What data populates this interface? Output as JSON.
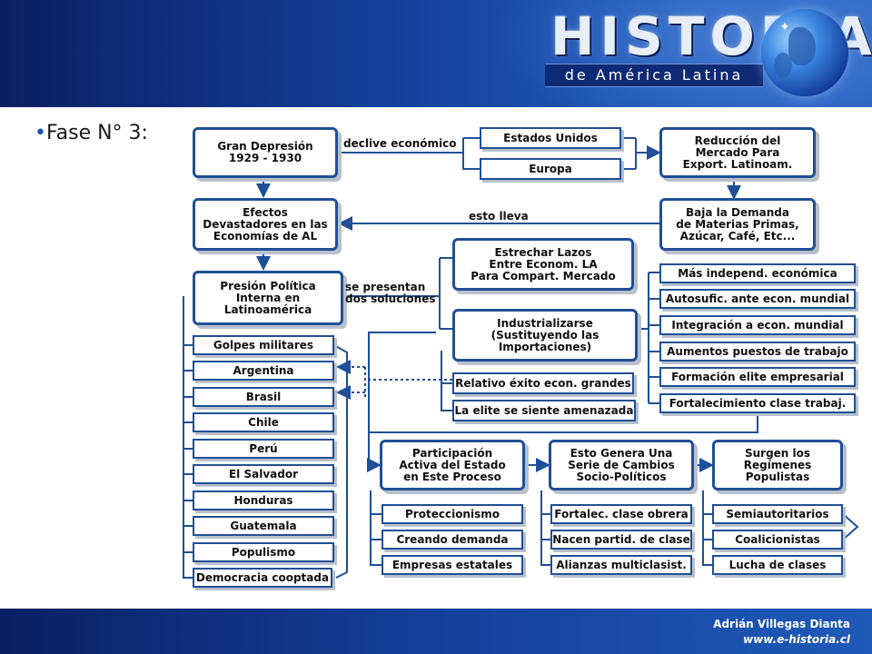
{
  "header": {
    "logo_title": "HISTORIA",
    "logo_subtitle": "de América Latina"
  },
  "phase_title": "Fase N° 3:",
  "footer": {
    "author": "Adrián Villegas Dianta",
    "url": "www.e-historia.cl"
  },
  "diagram": {
    "main": {
      "gran_depresion": "Gran Depresión\n1929 - 1930",
      "efectos": "Efectos\nDevastadores en las\nEconomías de AL",
      "presion": "Presión Política\nInterna en\nLatinoamérica",
      "estados_unidos": "Estados Unidos",
      "europa": "Europa",
      "reduccion": "Reducción del\nMercado Para\nExport. Latinoam.",
      "baja_demanda": "Baja la Demanda\nde Materias Primas,\nAzúcar, Café, Etc...",
      "estrechar": "Estrechar Lazos\nEntre Econom. LA\nPara Compart. Mercado",
      "industrializarse": "Industrializarse\n(Sustituyendo las\nImportaciones)",
      "relativo_exito": "Relativo éxito econ. grandes",
      "elite_amenazada": "La elite se siente amenazada",
      "participacion": "Participación\nActiva del Estado\nen Este Proceso",
      "genera_cambios": "Esto Genera Una\nSerie de Cambios\nSocio-Políticos",
      "regimenes": "Surgen los\nRegímenes\nPopulistas"
    },
    "labels": {
      "declive": "declive económico",
      "esto_lleva": "esto lleva",
      "se_presentan": "se presentan\ndos soluciones"
    },
    "left_list": [
      "Golpes militares",
      "Argentina",
      "Brasil",
      "Chile",
      "Perú",
      "El Salvador",
      "Honduras",
      "Guatemala",
      "Populismo",
      "Democracia cooptada"
    ],
    "right_list": [
      "Más independ. económica",
      "Autosufic. ante econ. mundial",
      "Integración a econ. mundial",
      "Aumentos puestos de trabajo",
      "Formación elite empresarial",
      "Fortalecimiento clase trabaj."
    ],
    "estado_list": [
      "Proteccionismo",
      "Creando demanda",
      "Empresas estatales"
    ],
    "cambios_list": [
      "Fortalec. clase obrera",
      "Nacen partid. de clase",
      "Alianzas multiclasist."
    ],
    "regimen_list": [
      "Semiautoritarios",
      "Coalicionistas",
      "Lucha de clases"
    ]
  },
  "colors": {
    "header_dark": "#0b1f63",
    "header_light": "#2a63c0",
    "box_border": "#1f4f96",
    "shadow": "#b8c0cc"
  }
}
